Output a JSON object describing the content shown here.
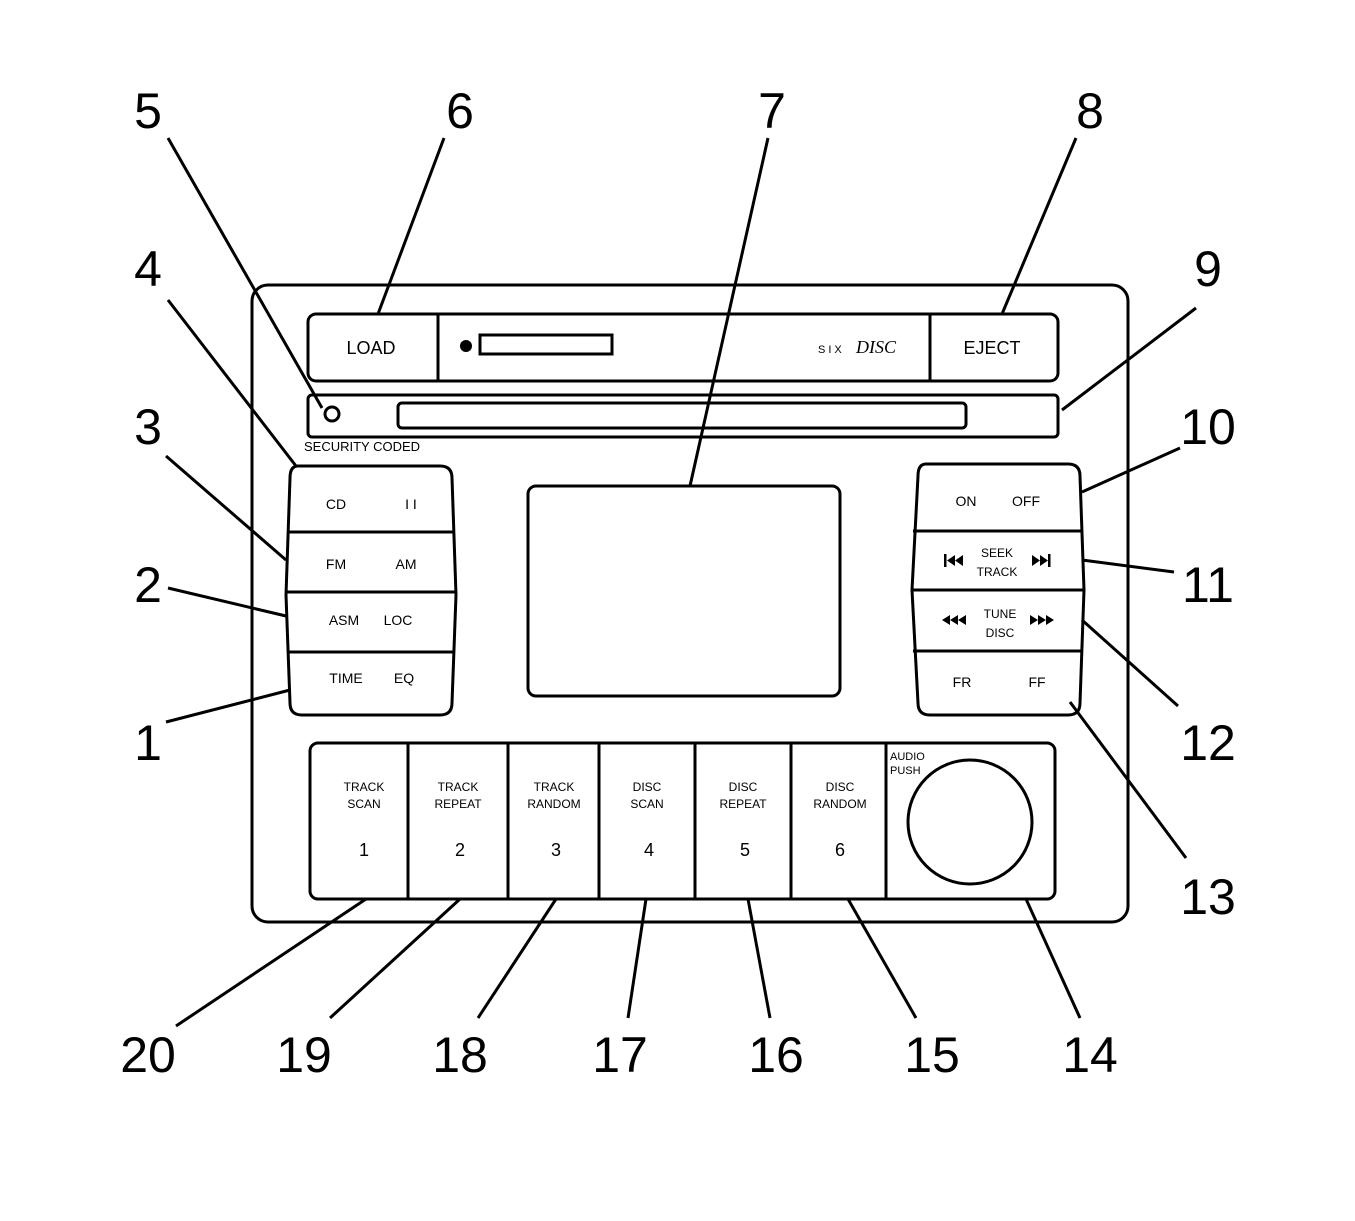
{
  "top_row": {
    "load_label": "LOAD",
    "brand_prefix": "SIX",
    "brand_script": "DISC",
    "eject_label": "EJECT"
  },
  "security_label": "SECURITY CODED",
  "left_panel": {
    "row1": [
      "CD",
      "I I"
    ],
    "row2": [
      "FM",
      "AM"
    ],
    "row3": [
      "ASM",
      "LOC"
    ],
    "row4": [
      "TIME",
      "EQ"
    ]
  },
  "right_panel": {
    "on_label": "ON",
    "off_label": "OFF",
    "seek_line1": "SEEK",
    "seek_line2": "TRACK",
    "tune_line1": "TUNE",
    "tune_line2": "DISC",
    "fr_label": "FR",
    "ff_label": "FF"
  },
  "presets": [
    {
      "line1": "TRACK",
      "line2": "SCAN",
      "number": "1"
    },
    {
      "line1": "TRACK",
      "line2": "REPEAT",
      "number": "2"
    },
    {
      "line1": "TRACK",
      "line2": "RANDOM",
      "number": "3"
    },
    {
      "line1": "DISC",
      "line2": "SCAN",
      "number": "4"
    },
    {
      "line1": "DISC",
      "line2": "REPEAT",
      "number": "5"
    },
    {
      "line1": "DISC",
      "line2": "RANDOM",
      "number": "6"
    }
  ],
  "audio_knob": {
    "line1": "AUDIO",
    "line2": "PUSH"
  },
  "callouts": [
    "1",
    "2",
    "3",
    "4",
    "5",
    "6",
    "7",
    "8",
    "9",
    "10",
    "11",
    "12",
    "13",
    "14",
    "15",
    "16",
    "17",
    "18",
    "19",
    "20"
  ]
}
